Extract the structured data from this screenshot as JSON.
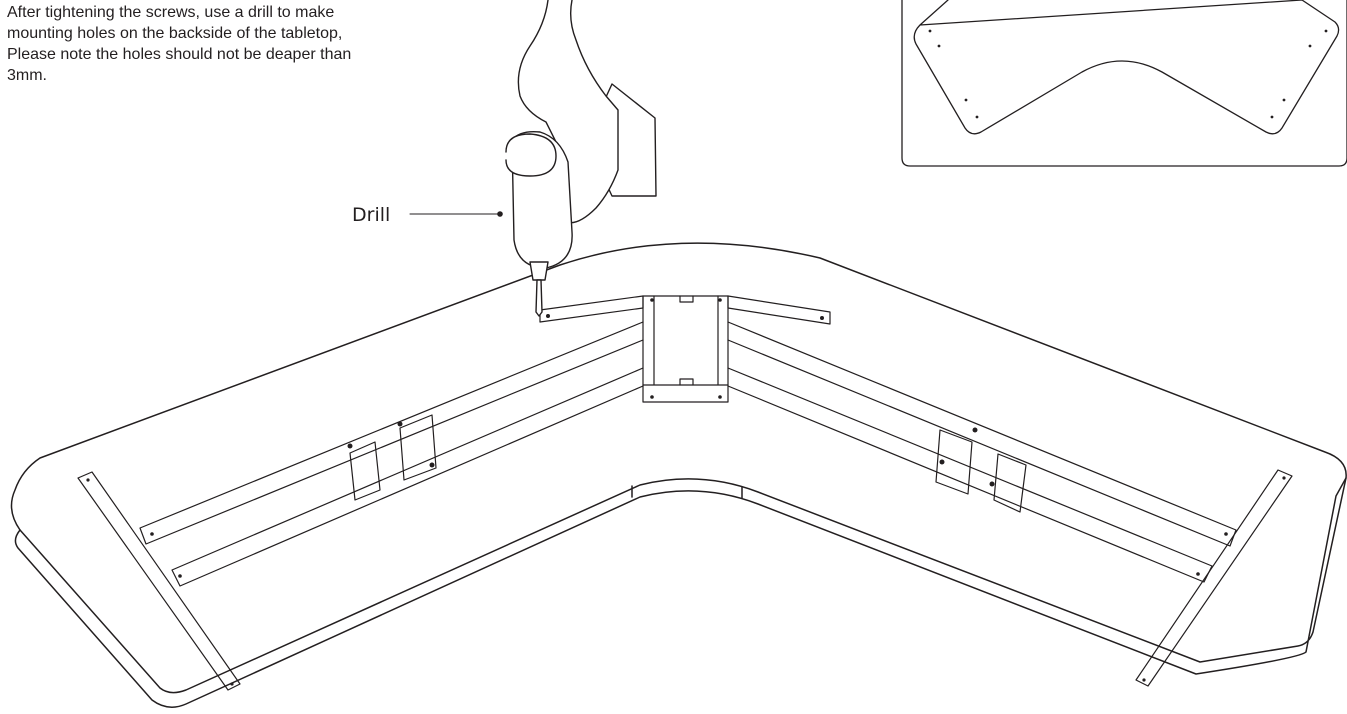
{
  "instruction": {
    "lines": [
      "After tightening the screws, use a drill to make",
      "mounting holes on the backside of the tabletop,",
      "Please note the holes should not be deaper than",
      "3mm."
    ]
  },
  "callout": {
    "label": "Drill"
  },
  "colors": {
    "ink": "#231f20",
    "background": "#ffffff"
  }
}
